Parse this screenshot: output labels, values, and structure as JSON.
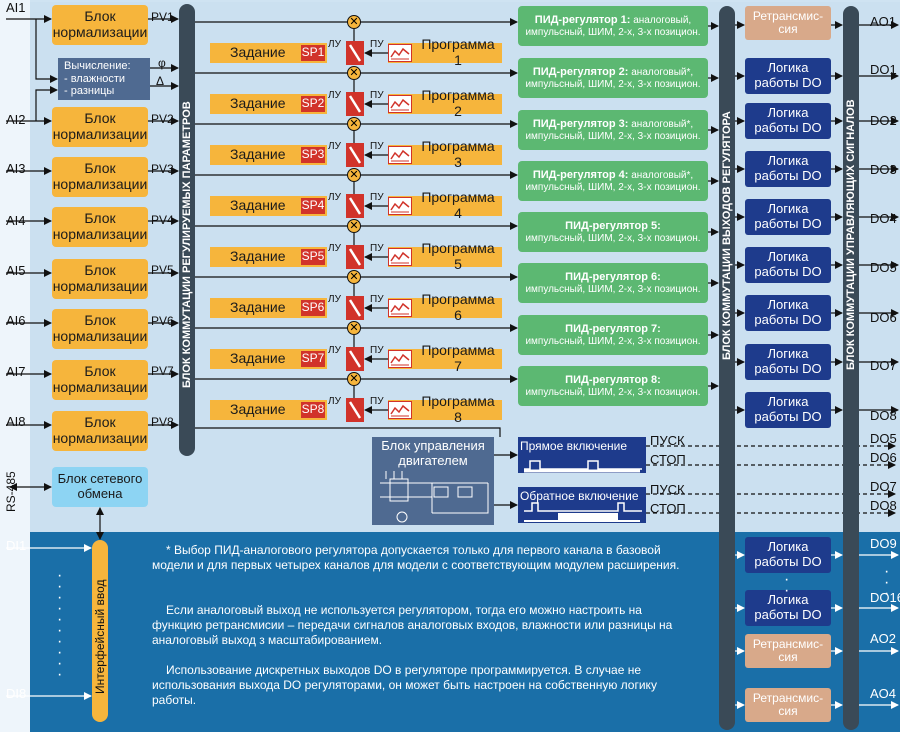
{
  "inputs": {
    "ai": [
      "AI1",
      "AI2",
      "AI3",
      "AI4",
      "AI5",
      "AI6",
      "AI7",
      "AI8"
    ],
    "di_first": "DI1",
    "di_last": "DI8",
    "rs485": "RS-485"
  },
  "norm": {
    "line1": "Блок",
    "line2": "нормализации"
  },
  "pv": [
    "PV1",
    "PV2",
    "PV3",
    "PV4",
    "PV5",
    "PV6",
    "PV7",
    "PV8"
  ],
  "calc": {
    "line1": "Вычисление:",
    "line2": "- влажности",
    "line3": "- разницы",
    "phi": "φ",
    "delta": "Δ"
  },
  "bar_params": "БЛОК КОММУТАЦИИ РЕГУЛИРУЕМЫХ ПАРАМЕТРОВ",
  "bar_outputs": "БЛОК КОММУТАЦИИ ВЫХОДОВ РЕГУЛЯТОРА",
  "bar_signals": "БЛОК КОММУТАЦИИ УПРАВЛЯЮЩИХ СИГНАЛОВ",
  "zadanie": "Задание",
  "sp": [
    "SP1",
    "SP2",
    "SP3",
    "SP4",
    "SP5",
    "SP6",
    "SP7",
    "SP8"
  ],
  "lu": "ЛУ",
  "pu": "ПУ",
  "programs": [
    "Программа 1",
    "Программа 2",
    "Программа 3",
    "Программа 4",
    "Программа 5",
    "Программа 6",
    "Программа 7",
    "Программа 8"
  ],
  "pid": [
    {
      "title": "ПИД-регулятор 1:",
      "rest": " аналоговый,",
      "line2": "импульсный, ШИМ, 2-х, 3-х позицион."
    },
    {
      "title": "ПИД-регулятор 2:",
      "rest": " аналоговый*,",
      "line2": "импульсный, ШИМ, 2-х, 3-х позицион."
    },
    {
      "title": "ПИД-регулятор 3:",
      "rest": " аналоговый*,",
      "line2": "импульсный, ШИМ, 2-х, 3-х позицион."
    },
    {
      "title": "ПИД-регулятор 4:",
      "rest": " аналоговый*,",
      "line2": "импульсный, ШИМ, 2-х, 3-х позицион."
    },
    {
      "title": "ПИД-регулятор 5:",
      "rest": "",
      "line2": "импульсный, ШИМ, 2-х, 3-х позицион."
    },
    {
      "title": "ПИД-регулятор 6:",
      "rest": "",
      "line2": "импульсный, ШИМ, 2-х, 3-х позицион."
    },
    {
      "title": "ПИД-регулятор 7:",
      "rest": "",
      "line2": "импульсный, ШИМ, 2-х, 3-х позицион."
    },
    {
      "title": "ПИД-регулятор 8:",
      "rest": "",
      "line2": "импульсный, ШИМ, 2-х, 3-х позицион."
    }
  ],
  "retrans": {
    "line1": "Ретрансмис-",
    "line2": "сия"
  },
  "logic": {
    "line1": "Логика",
    "line2": "работы DO"
  },
  "outputs": {
    "ao_top": "AO1",
    "do_top": [
      "DO1",
      "DO2",
      "DO3",
      "DO4",
      "DO5",
      "DO6",
      "DO7",
      "DO8"
    ],
    "do_mid": [
      "DO5",
      "DO6",
      "DO7",
      "DO8"
    ],
    "do9": "DO9",
    "do16": "DO16",
    "ao2": "AO2",
    "ao4": "AO4"
  },
  "net": {
    "line1": "Блок сетевого",
    "line2": "обмена"
  },
  "motor": {
    "line1": "Блок управления",
    "line2": "двигателем"
  },
  "modes": {
    "forward": "Прямое включение",
    "reverse": "Обратное включение",
    "start": "ПУСК",
    "stop": "СТОП"
  },
  "interface": "Интерфейсный ввод",
  "notes": [
    "* Выбор ПИД-аналогового регулятора допускается только для первого канала в базовой модели и для первых четырех каналов для модели с соответствующим модулем расширения.",
    "Если аналоговый выход не используется регулятором, тогда его можно настроить на функцию ретрансмисии – передачи сигналов аналоговых входов, влажности или разницы на аналоговый выход з масштабированием.",
    "Использование дискретных выходов DO в регуляторе программируется. В случае не использования выхода DO регуляторами, он может быть настроен на собственную логику работы."
  ],
  "colors": {
    "orange": "#f6b53c",
    "green": "#5cb872",
    "navy": "#1e3b8c",
    "slate": "#4f6a91",
    "red": "#d1332a",
    "retrans": "#d8a98a",
    "blue": "#1a6fa8",
    "bar": "#3a4a57",
    "light": "#8dd4f3"
  }
}
